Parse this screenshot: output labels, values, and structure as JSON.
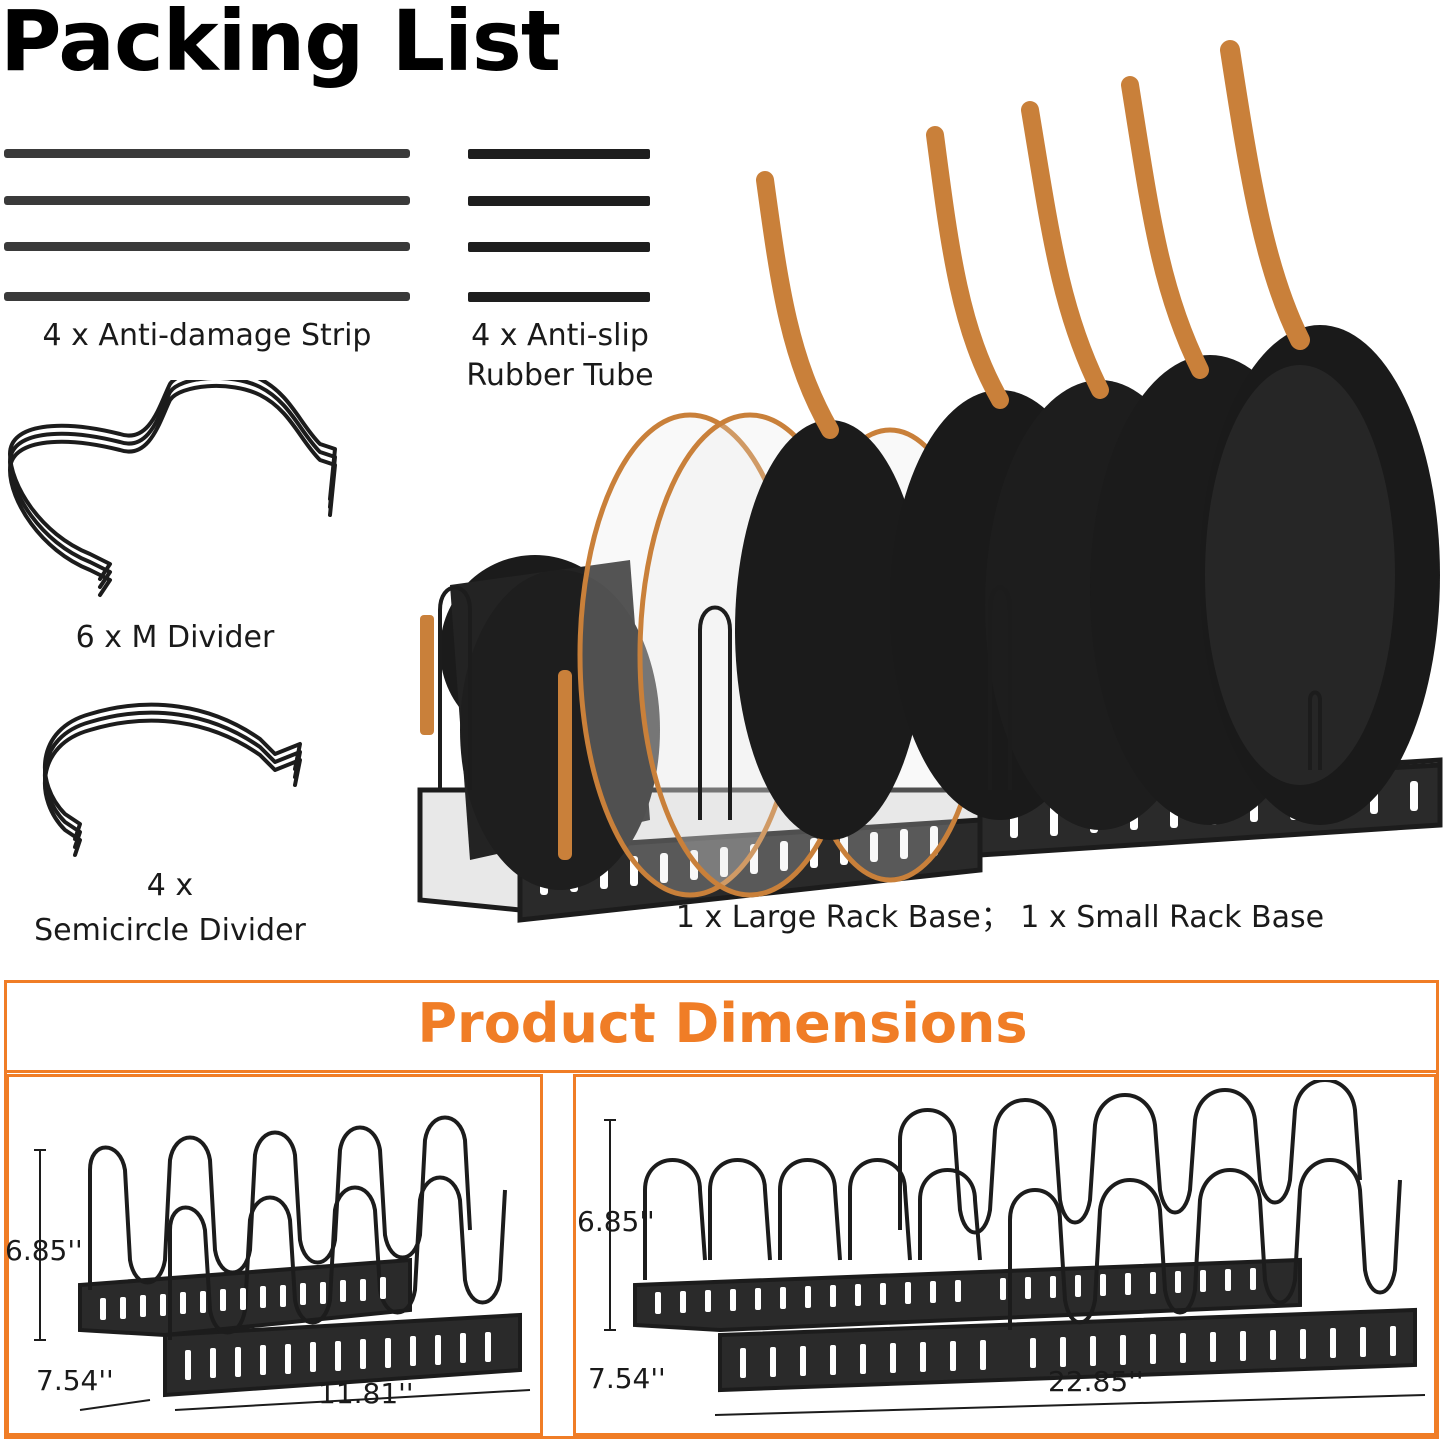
{
  "packing": {
    "title": "Packing List",
    "strip_label": "4 x Anti-damage Strip",
    "tube_label_line1": "4 x Anti-slip",
    "tube_label_line2": "Rubber Tube",
    "m_divider_label": "6 x M Divider",
    "semicircle_label_line1": "4 x",
    "semicircle_label_line2": "Semicircle Divider",
    "rack_base_label": "1 x Large Rack Base； 1 x Small Rack Base"
  },
  "dimensions": {
    "title": "Product Dimensions",
    "small": {
      "height": "6.85''",
      "depth": "7.54''",
      "width": "11.81''"
    },
    "large": {
      "height": "6.85''",
      "depth": "7.54''",
      "width": "22.85''"
    }
  },
  "colors": {
    "accent": "#f07d26",
    "rack": "#1c1c1c",
    "copper": "#c9803a",
    "pan": "#1b1b1b"
  }
}
